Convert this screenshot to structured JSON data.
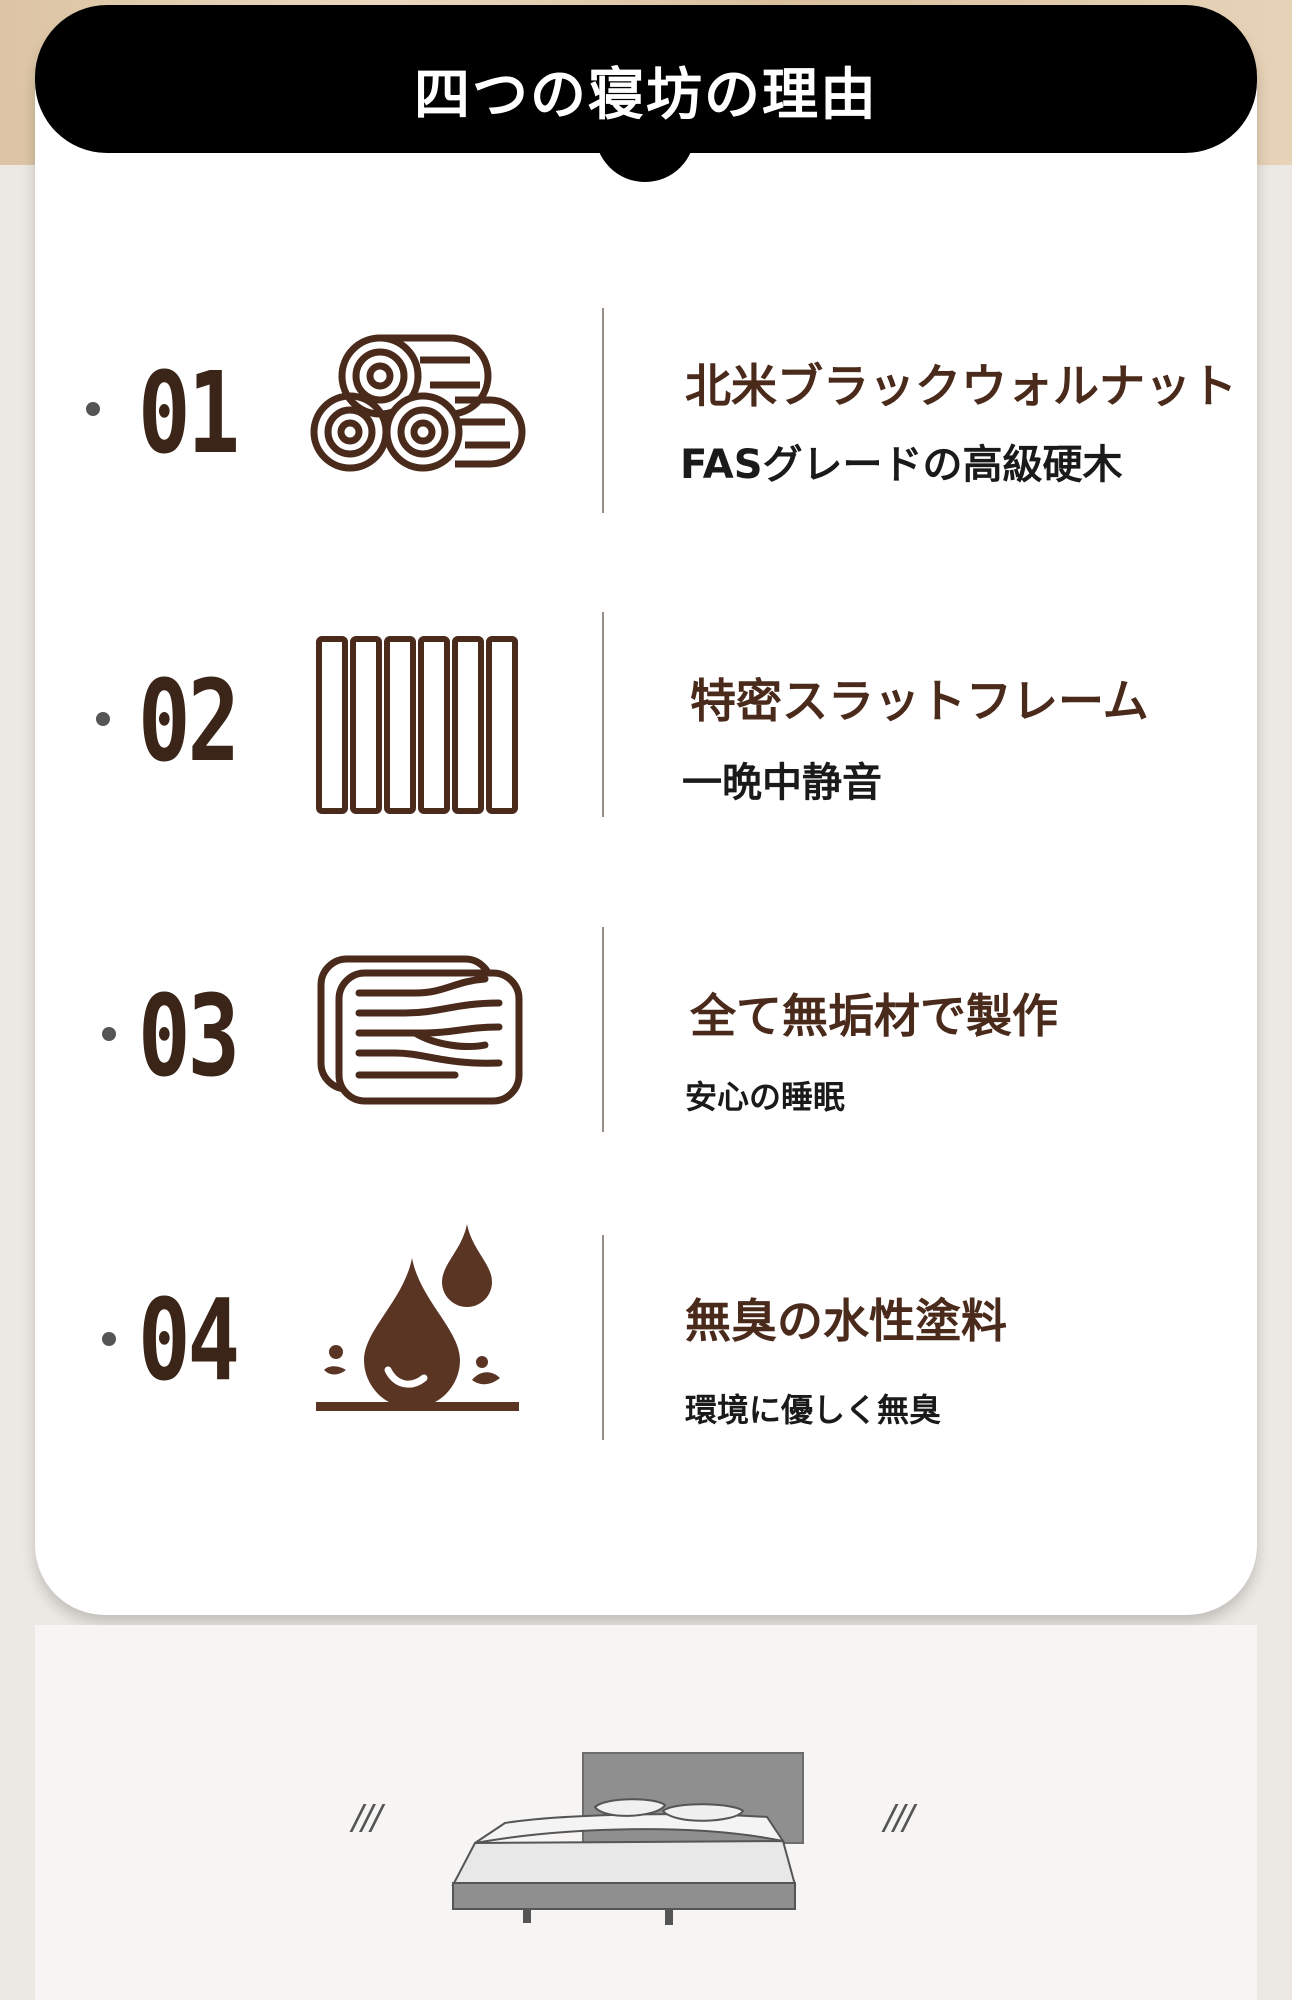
{
  "header": {
    "title": "四つの寝坊の理由"
  },
  "features": [
    {
      "number": "01",
      "icon": "wood-logs-icon",
      "title": "北米ブラックウォルナット",
      "subtitle": "FASグレードの高級硬木"
    },
    {
      "number": "02",
      "icon": "slat-frame-icon",
      "title": "特密スラットフレーム",
      "subtitle": "一晩中静音"
    },
    {
      "number": "03",
      "icon": "wood-grain-icon",
      "title": "全て無垢材で製作",
      "subtitle": "安心の睡眠"
    },
    {
      "number": "04",
      "icon": "water-drops-icon",
      "title": "無臭の水性塗料",
      "subtitle": "環境に優しく無臭"
    }
  ],
  "bottom": {
    "left_marks": "///",
    "right_marks": "///",
    "image": "bed-icon"
  },
  "colors": {
    "accent_brown": "#4a2a1b",
    "number_brown": "#3b2518",
    "header_bg": "#000000"
  }
}
